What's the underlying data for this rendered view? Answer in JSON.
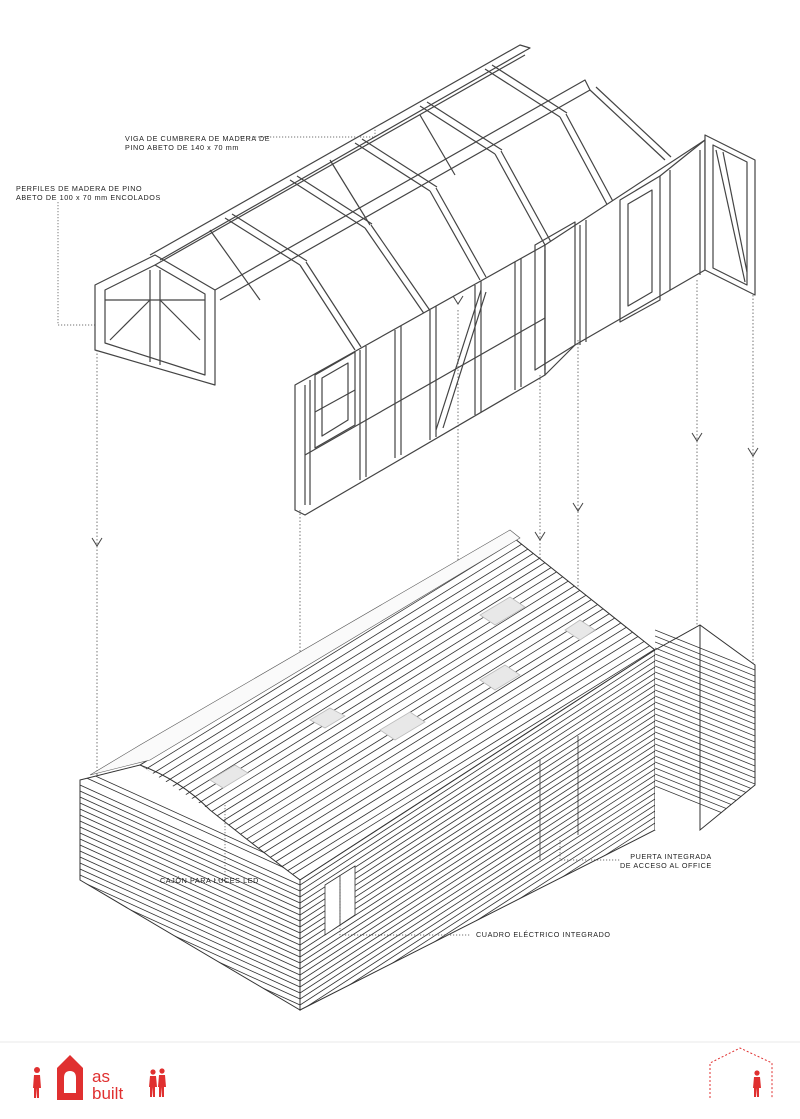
{
  "annotations": {
    "viga_cumbrera": [
      "VIGA DE CUMBRERA DE MADERA DE",
      "PINO ABETO DE 140 x 70 mm"
    ],
    "perfiles": [
      "PERFILES DE MADERA DE PINO",
      "ABETO DE 100 x 70 mm ENCOLADOS"
    ],
    "cajon": "CAJÓN PARA LUCES LED",
    "puerta": [
      "PUERTA INTEGRADA",
      "DE ACCESO AL OFFICE"
    ],
    "cuadro": "CUADRO ELÉCTRICO INTEGRADO"
  },
  "logo": {
    "line1": "as",
    "line2": "built"
  },
  "colors": {
    "line": "#444444",
    "accent": "#e03030",
    "annotation": "#222222"
  },
  "icons": [
    "person-figure-icon",
    "house-outline-icon"
  ]
}
